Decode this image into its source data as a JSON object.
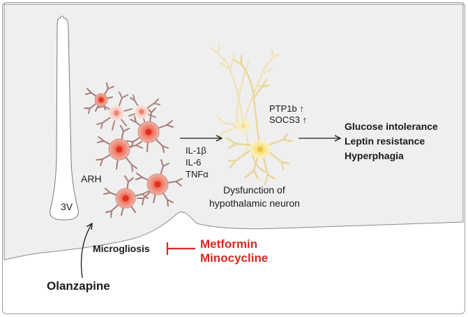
{
  "labels": {
    "third_ventricle": "3V",
    "arh": "ARH",
    "cytokines": [
      "IL-1β",
      "IL-6",
      "TNFα"
    ],
    "neuron_markers": [
      "PTP1b ↑",
      "SOCS3 ↑"
    ],
    "neuron_caption": [
      "Dysfunction of",
      "hypothalamic neuron"
    ],
    "outcomes": [
      "Glucose intolerance",
      "Leptin resistance",
      "Hyperphagia"
    ],
    "microgliosis": "Microgliosis",
    "inhibitors": [
      "Metformin",
      "Minocycline"
    ],
    "drug": "Olanzapine"
  },
  "colors": {
    "inhibitor_red": "#d42a20",
    "tissue_fill": "#efefef",
    "microglia_core": "#e53a2a",
    "neuron_body": "#f5e58a"
  }
}
